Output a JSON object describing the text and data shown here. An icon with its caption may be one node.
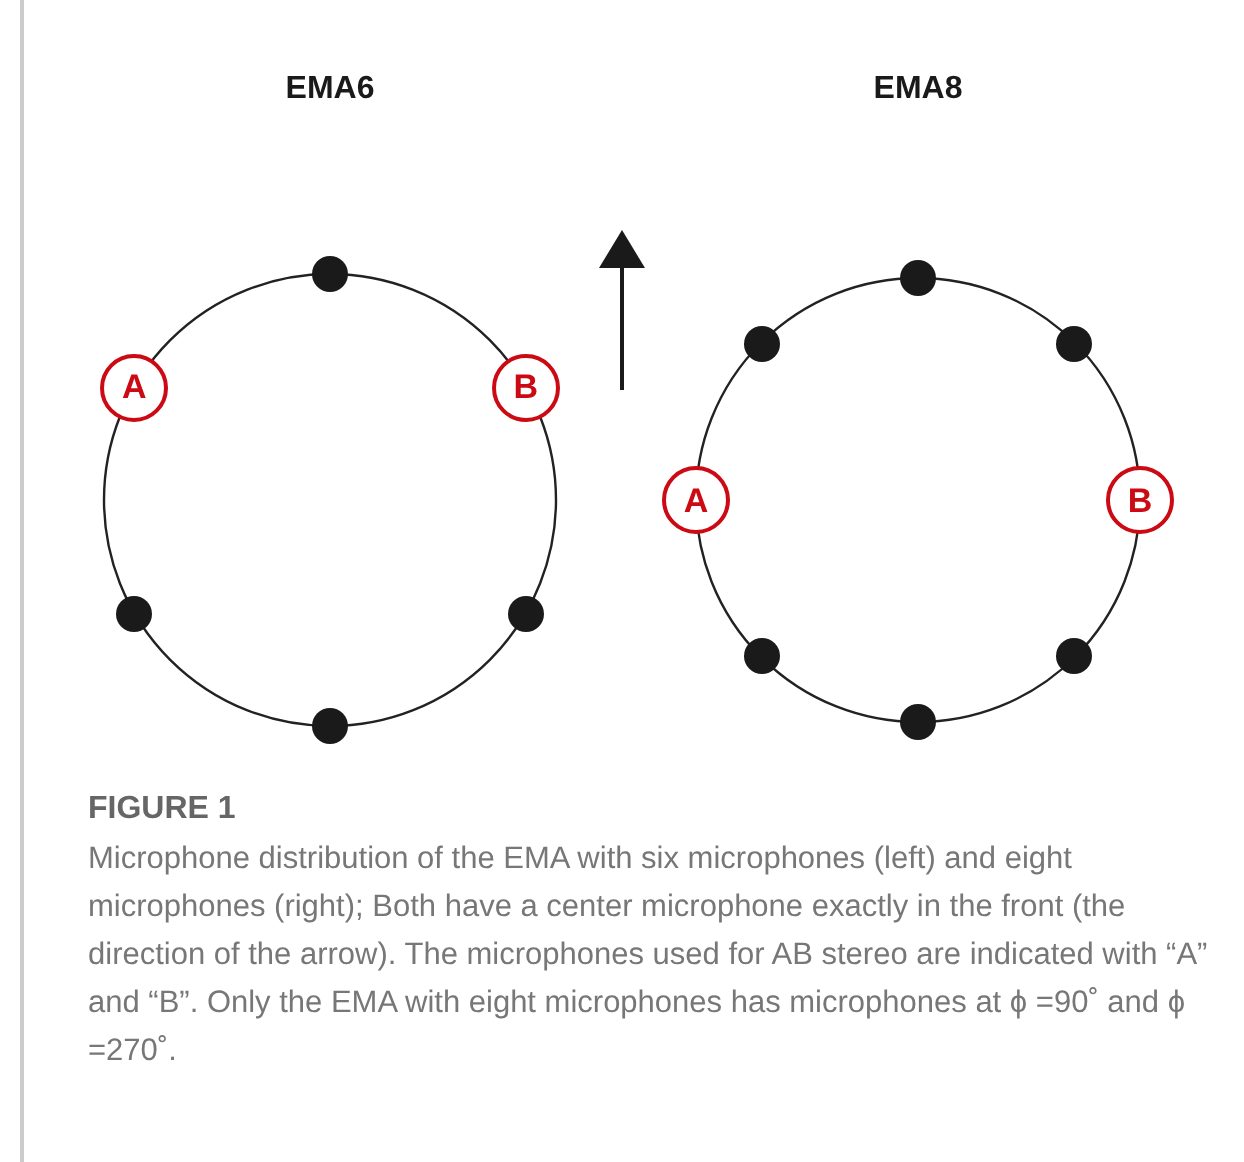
{
  "diagram": {
    "caption": "Microphone distribution of the EMA with six microphones (left) and eight microphones (right); Both have a center microphone exactly in the front (the direction of the arrow). The microphones used for AB stereo are indicated with “A” and “B”. Only the EMA with eight microphones has microphones at ϕ =90˚ and ϕ =270˚.",
    "nodes": [
      {
        "text": [],
        "shape": "circle"
      },
      {
        "text": [
          "A"
        ]
      },
      {
        "text": [
          "B"
        ]
      },
      {
        "text": [],
        "shape": "circle"
      },
      {
        "text": [],
        "shape": "circle"
      },
      {
        "text": [],
        "shape": "circle"
      },
      {
        "text": [],
        "shape": "circle"
      },
      {
        "text": [],
        "shape": "circle"
      },
      {
        "text": [],
        "shape": "circle"
      },
      {
        "text": [
          "A"
        ]
      },
      {
        "text": [
          "B"
        ]
      },
      {
        "text": [],
        "shape": "circle"
      },
      {
        "text": [],
        "shape": "circle"
      },
      {
        "text": [],
        "shape": "circle"
      }
    ],
    "labels": [
      "EMA6",
      "EMA8",
      "FIGURE 1"
    ]
  }
}
